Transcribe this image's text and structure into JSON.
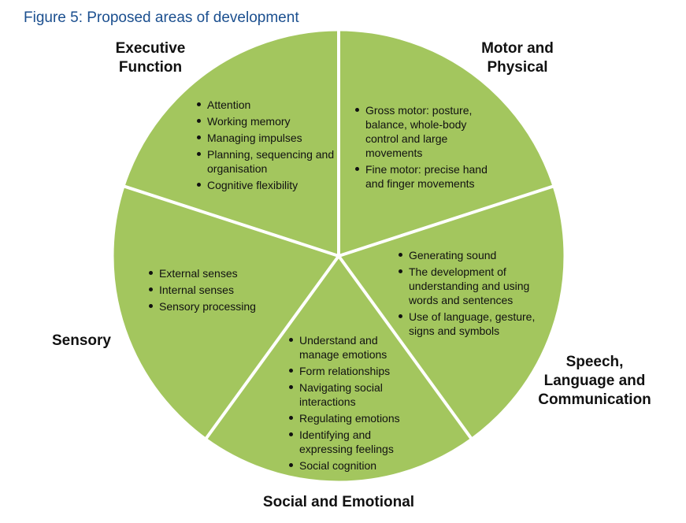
{
  "figure": {
    "title": "Figure 5:  Proposed areas of development"
  },
  "colors": {
    "segment_fill": "#a3c65e",
    "divider": "#ffffff",
    "title": "#1b4f8f"
  },
  "segments": [
    {
      "id": "executive-function",
      "label_lines": [
        "Executive",
        "Function"
      ],
      "items": [
        "Attention",
        "Working memory",
        "Managing impulses",
        "Planning, sequencing and organisation",
        "Cognitive flexibility"
      ]
    },
    {
      "id": "motor-physical",
      "label_lines": [
        "Motor and",
        "Physical"
      ],
      "items": [
        "Gross motor: posture, balance, whole-body control and large movements",
        "Fine motor: precise hand and finger movements"
      ]
    },
    {
      "id": "speech-language",
      "label_lines": [
        "Speech,",
        "Language and",
        "Communication"
      ],
      "items": [
        "Generating sound",
        "The development of understanding and using words and sentences",
        "Use of language, gesture, signs and symbols"
      ]
    },
    {
      "id": "social-emotional",
      "label_lines": [
        "Social and Emotional"
      ],
      "items": [
        "Understand and manage emotions",
        "Form relationships",
        "Navigating social interactions",
        "Regulating emotions",
        "Identifying and expressing feelings",
        "Social cognition"
      ]
    },
    {
      "id": "sensory",
      "label_lines": [
        "Sensory"
      ],
      "items": [
        "External senses",
        "Internal senses",
        "Sensory processing"
      ]
    }
  ]
}
